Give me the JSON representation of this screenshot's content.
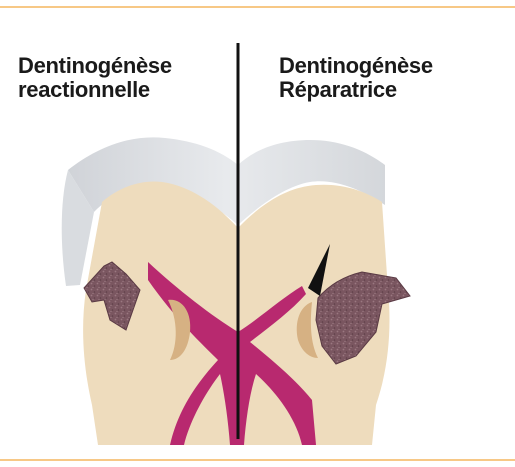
{
  "labels": {
    "left": {
      "line1": "Dentinogénèse",
      "line2": "reactionnelle"
    },
    "right": {
      "line1": "Dentinogénèse",
      "line2": "Réparatrice"
    }
  },
  "colors": {
    "frame": "#f7c886",
    "enamel": "#dfe2e6",
    "dentin": "#eedcbd",
    "pulp": "#b8296f",
    "reactional_dentin": "#d6b183",
    "caries": "#7a5660",
    "divider": "#111111"
  }
}
